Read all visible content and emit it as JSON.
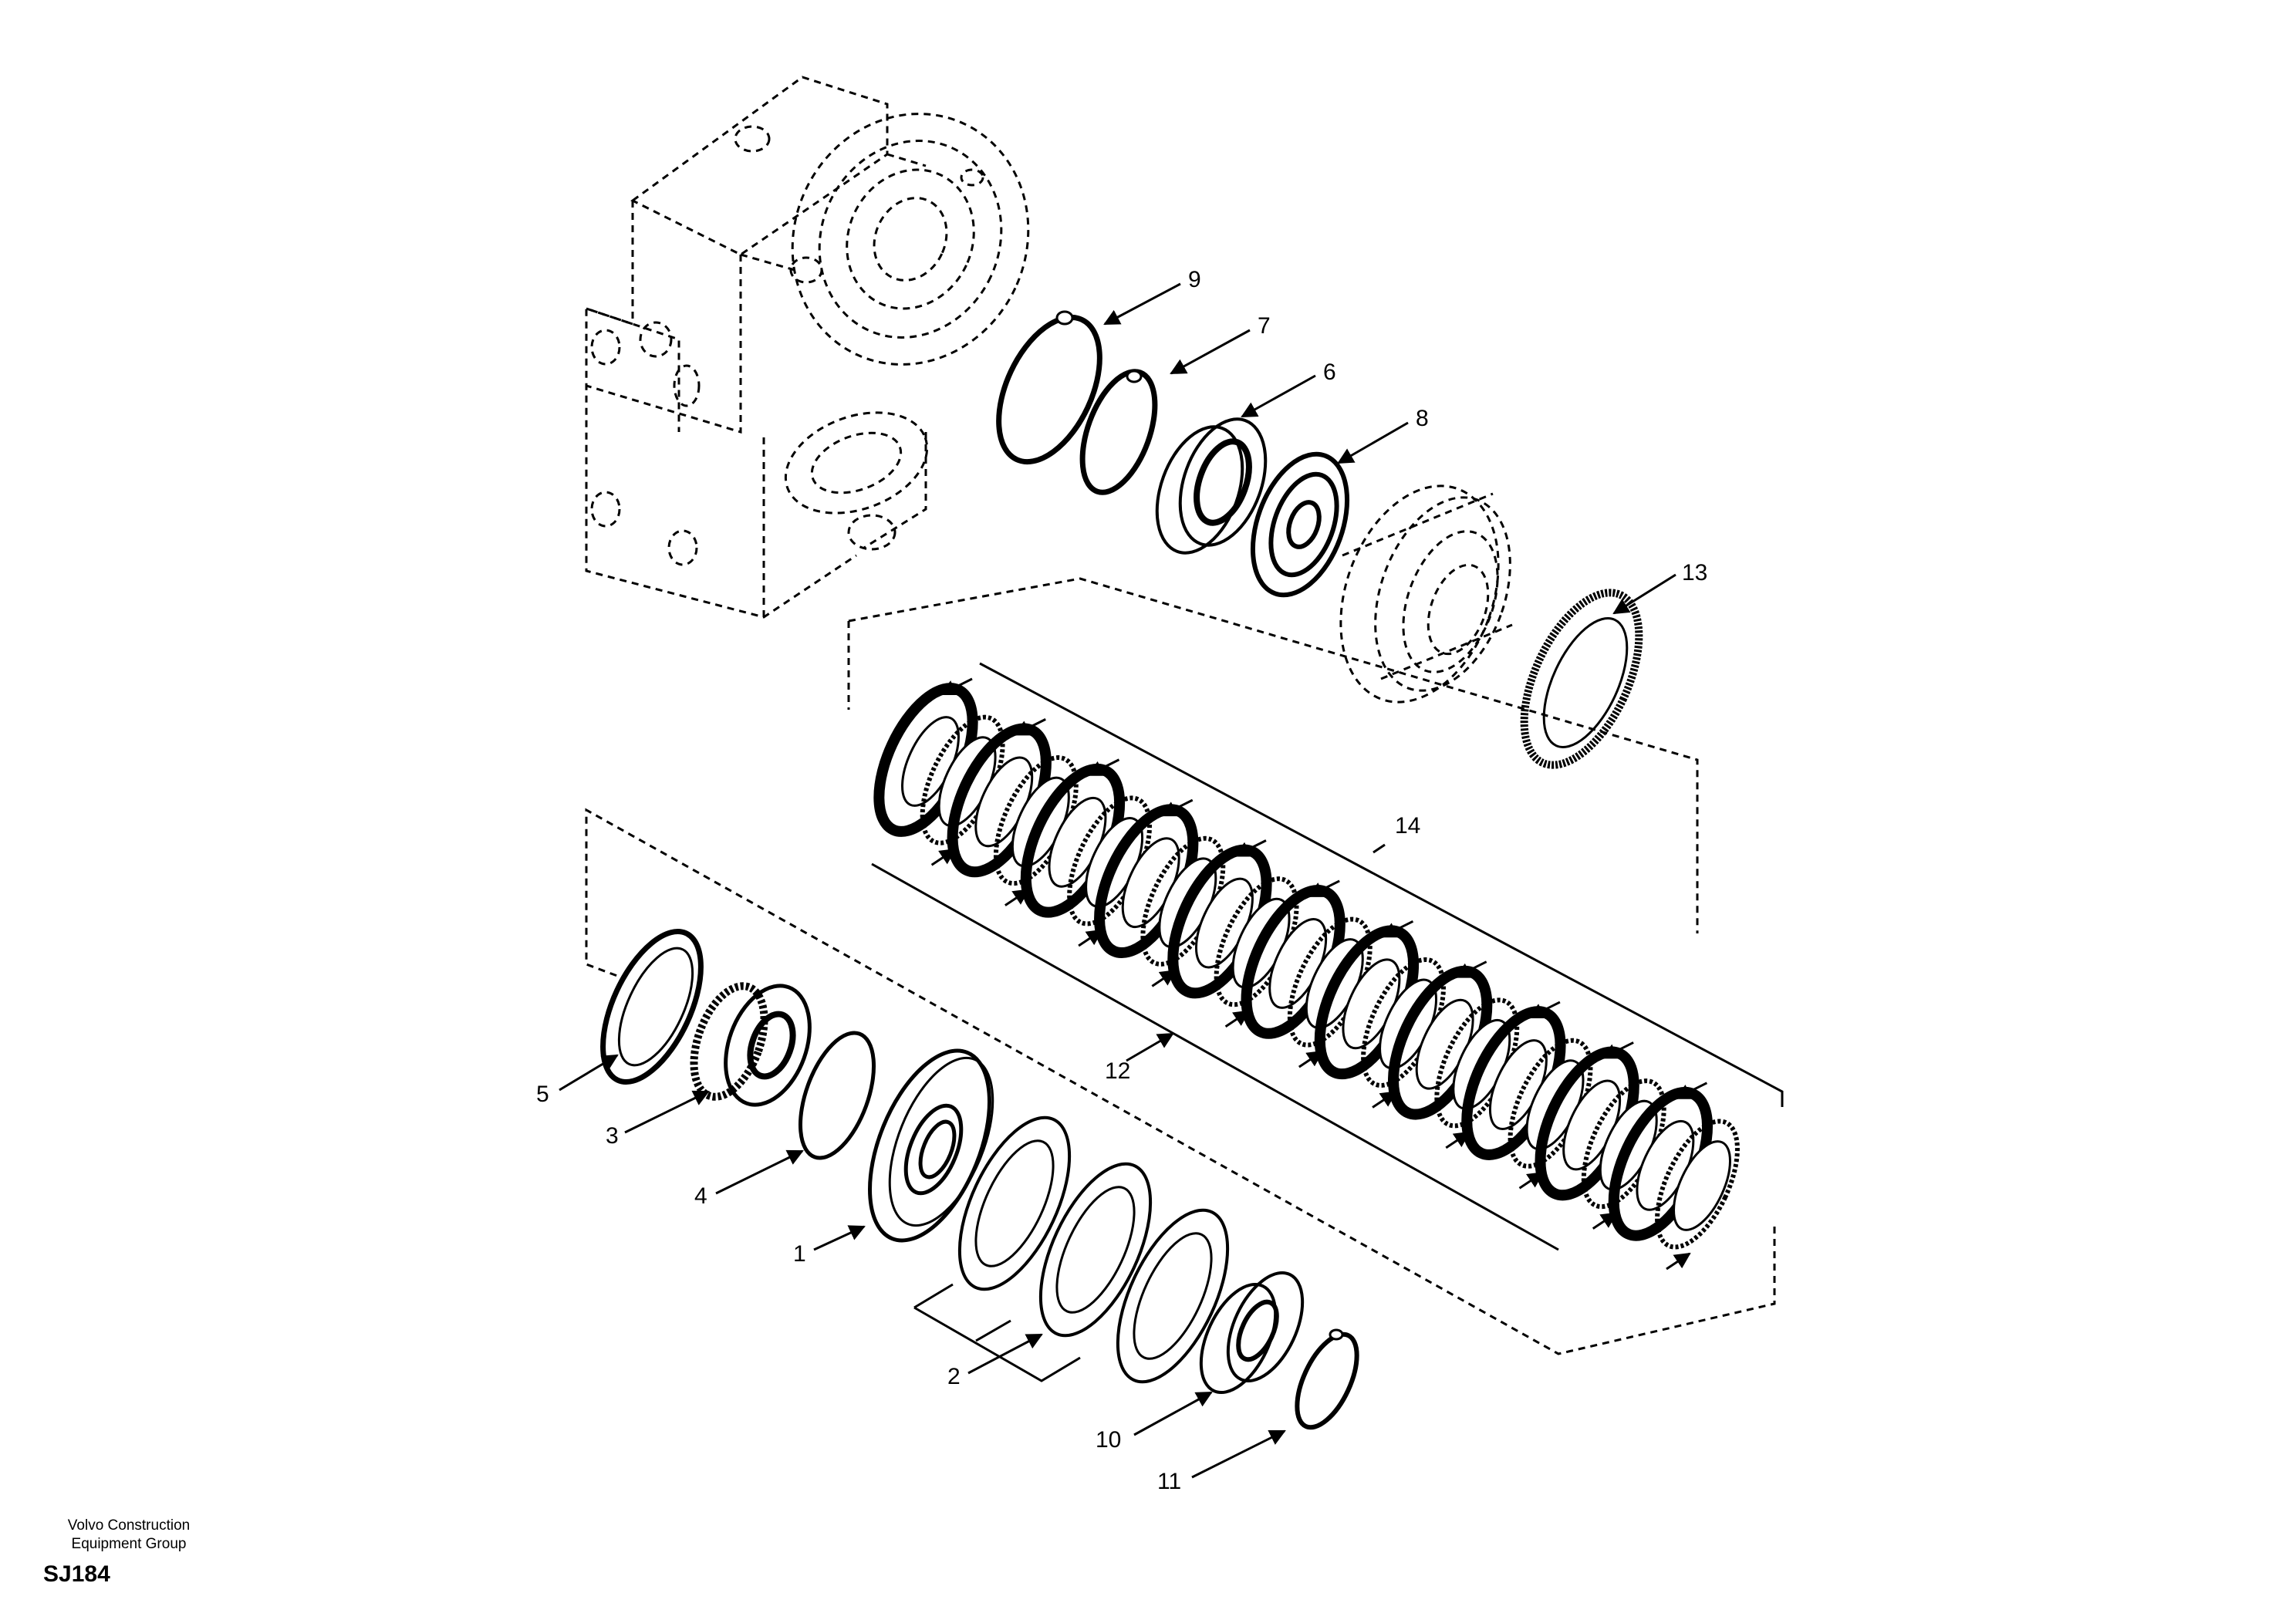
{
  "diagram": {
    "callouts": [
      {
        "id": "c1",
        "text": "1"
      },
      {
        "id": "c2",
        "text": "2"
      },
      {
        "id": "c3",
        "text": "3"
      },
      {
        "id": "c4",
        "text": "4"
      },
      {
        "id": "c5",
        "text": "5"
      },
      {
        "id": "c6",
        "text": "6"
      },
      {
        "id": "c7",
        "text": "7"
      },
      {
        "id": "c8",
        "text": "8"
      },
      {
        "id": "c9",
        "text": "9"
      },
      {
        "id": "c10",
        "text": "10"
      },
      {
        "id": "c11",
        "text": "11"
      },
      {
        "id": "c12",
        "text": "12"
      },
      {
        "id": "c13",
        "text": "13"
      },
      {
        "id": "c14",
        "text": "14"
      }
    ]
  },
  "footer": {
    "company_line1": "Volvo Construction",
    "company_line2": "Equipment Group",
    "code": "SJ184"
  }
}
